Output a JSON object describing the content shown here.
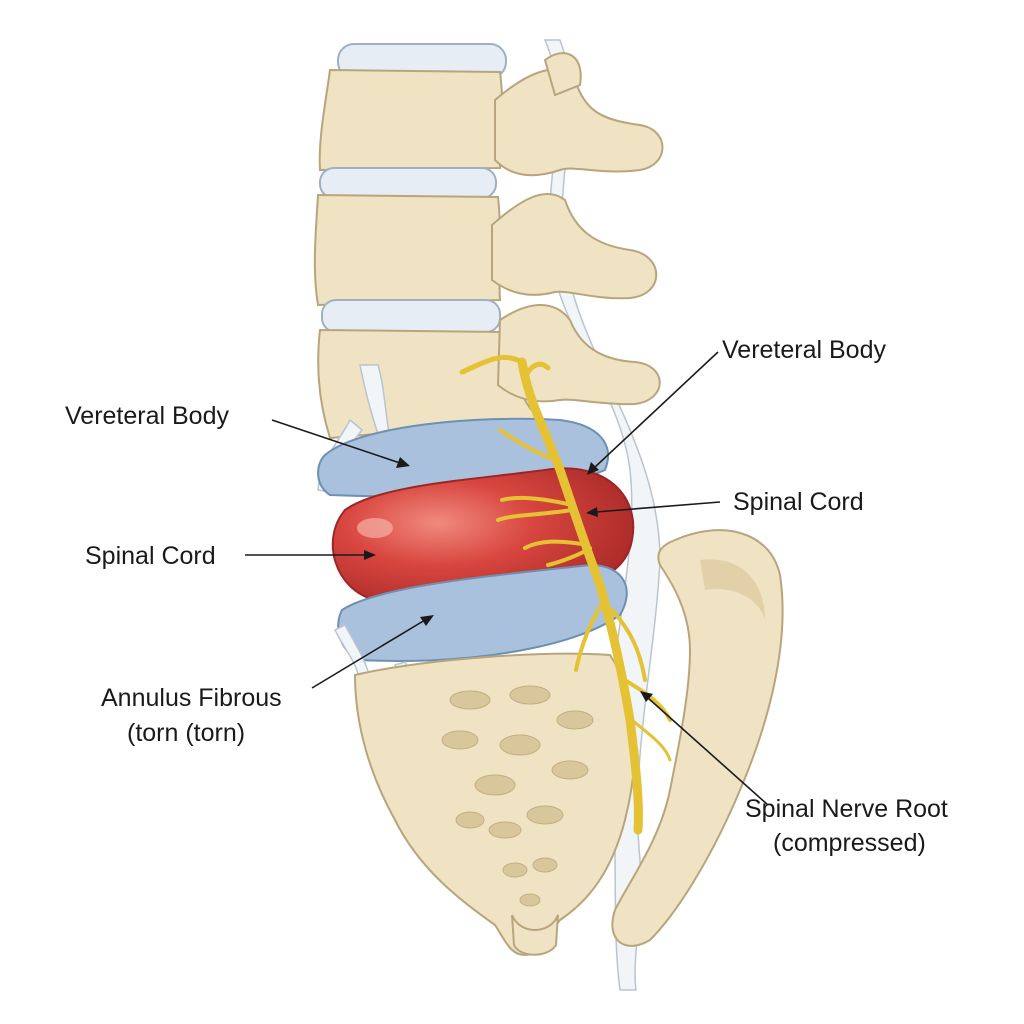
{
  "labels": {
    "left_vertebral_body": "Vereteral Body",
    "left_spinal_cord": "Spinal Cord",
    "annulus_line1": "Annulus Fibrous",
    "annulus_line2": "(torn   (torn)",
    "right_vertebral_body": "Vereteral Body",
    "right_spinal_cord": "Spinal Cord",
    "nerve_root_line1": "Spinal Nerve Root",
    "nerve_root_line2": "(compressed)"
  },
  "colors": {
    "bone": "#efe3c4",
    "disc_blue": "#a9c1dc",
    "herniation_red": "#d2413c",
    "nerve_yellow": "#e4c233",
    "ligament": "#f2f5f8"
  }
}
